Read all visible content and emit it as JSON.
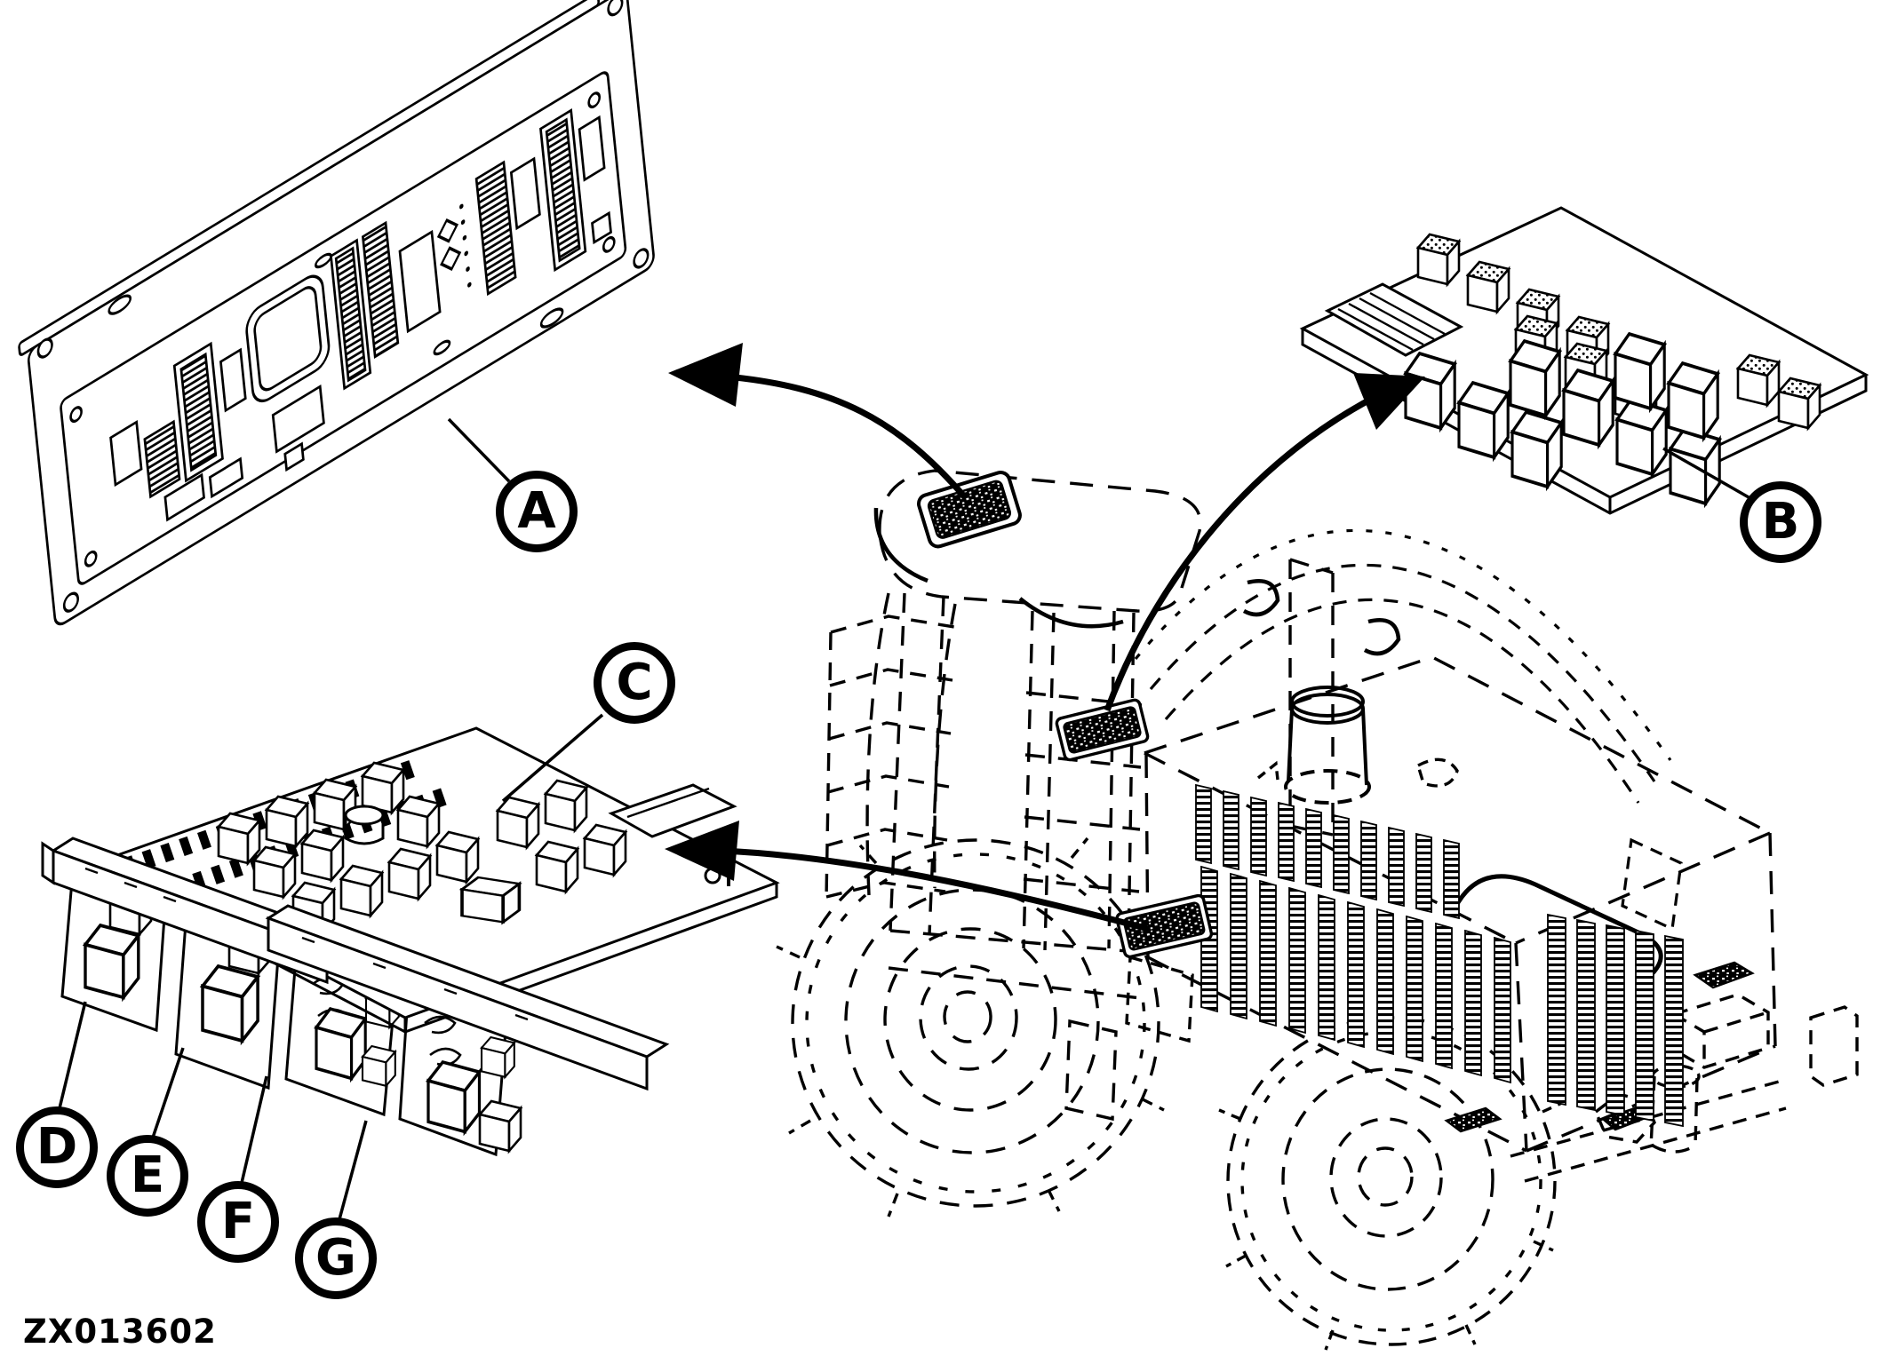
{
  "figure_code": "ZX013602",
  "callouts": [
    {
      "id": "a",
      "label": "A"
    },
    {
      "id": "b",
      "label": "B"
    },
    {
      "id": "c",
      "label": "C"
    },
    {
      "id": "d",
      "label": "D"
    },
    {
      "id": "e",
      "label": "E"
    },
    {
      "id": "f",
      "label": "F"
    },
    {
      "id": "g",
      "label": "G"
    }
  ],
  "colors": {
    "ink": "#000000",
    "paper": "#ffffff"
  }
}
